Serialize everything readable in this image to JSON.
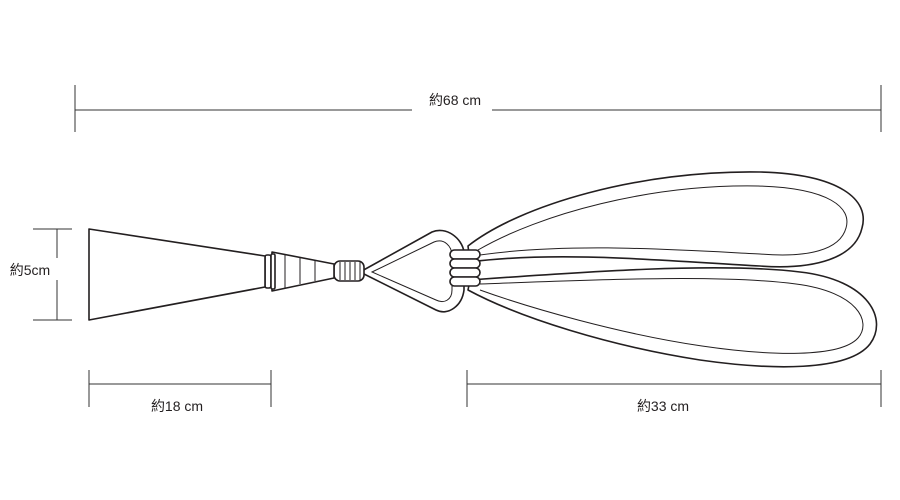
{
  "dimensions": {
    "total_length": "約68 cm",
    "width": "約5cm",
    "tassel_length": "約18 cm",
    "loop_length": "約33 cm"
  },
  "colors": {
    "line": "#231f20",
    "background": "#ffffff"
  }
}
